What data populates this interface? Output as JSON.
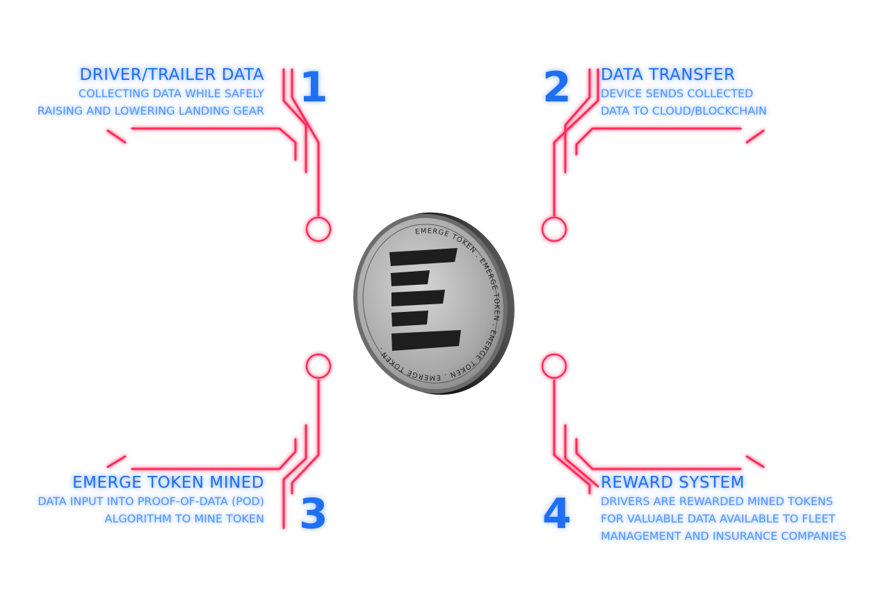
{
  "steps": [
    {
      "number": "1",
      "title": "DRIVER/TRAILER DATA",
      "description": [
        "COLLECTING DATA WHILE SAFELY",
        "RAISING AND LOWERING LANDING GEAR"
      ]
    },
    {
      "number": "2",
      "title": "DATA TRANSFER",
      "description": [
        "DEVICE SENDS COLLECTED",
        "DATA TO CLOUD/BLOCKCHAIN"
      ]
    },
    {
      "number": "3",
      "title": "EMERGE TOKEN MINED",
      "description": [
        "DATA INPUT INTO PROOF-OF-DATA (POD)",
        "ALGORITHM TO MINE TOKEN"
      ]
    },
    {
      "number": "4",
      "title": "REWARD SYSTEM",
      "description": [
        "DRIVERS ARE REWARDED MINED TOKENS",
        "FOR VALUABLE DATA AVAILABLE TO FLEET",
        "MANAGEMENT AND INSURANCE COMPANIES"
      ]
    }
  ],
  "coin": {
    "ring_text": "EMERGE TOKEN . EMERGE TOKEN . EMERGE TOKEN . EMERGE TOKEN . "
  },
  "colors": {
    "line": "#ff2a5a",
    "text": "#1f6ff2",
    "desc": "#4f95ff"
  }
}
